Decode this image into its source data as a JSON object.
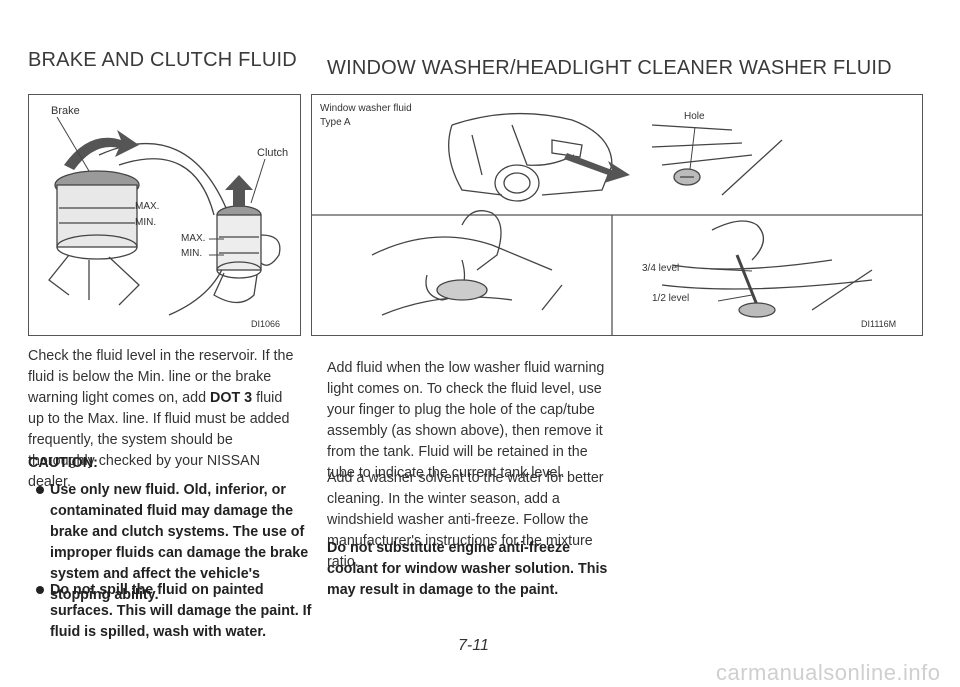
{
  "headings": {
    "left": "BRAKE AND CLUTCH FLUID",
    "right": "WINDOW WASHER/HEADLIGHT CLEANER WASHER FLUID"
  },
  "figure_left": {
    "labels": {
      "brake": "Brake",
      "clutch": "Clutch",
      "max1": "MAX.",
      "min1": "MIN.",
      "max2": "MAX.",
      "min2": "MIN."
    },
    "code": "DI1066"
  },
  "figure_right": {
    "labels": {
      "washer": "Window washer fluid",
      "type": "Type A",
      "hole": "Hole",
      "three_quarter": "3/4 level",
      "half": "1/2 level"
    },
    "code": "DI1116M"
  },
  "left_text": {
    "para1_a": "Check the fluid level in the reservoir. If the fluid is below the Min. line or the brake warning light comes on, add ",
    "para1_bold": "DOT 3",
    "para1_b": " fluid up to the Max. line. If fluid must be added frequently, the system should be thoroughly checked by your NISSAN dealer.",
    "caution": "CAUTION:",
    "bullet1": "Use only new fluid. Old, inferior, or contaminated fluid may damage the brake and clutch systems. The use of improper fluids can damage the brake system and affect the vehicle's stopping ability.",
    "bullet2": "Do not spill the fluid on painted surfaces. This will damage the paint. If fluid is spilled, wash with water."
  },
  "right_text": {
    "para1": "Add fluid when the low washer fluid warning light comes on. To check the fluid level, use your finger to plug the hole of the cap/tube assembly (as shown above), then remove it from the tank. Fluid will be retained in the tube to indicate the current tank level.",
    "para2": "Add a washer solvent to the water for better cleaning. In the winter season, add a windshield washer anti-freeze. Follow the manufacturer's instructions for the mixture ratio.",
    "warning": "Do not substitute engine anti-freeze coolant for window washer solution. This may result in damage to the paint."
  },
  "page_number": "7-11",
  "watermark": "carmanualsonline.info"
}
